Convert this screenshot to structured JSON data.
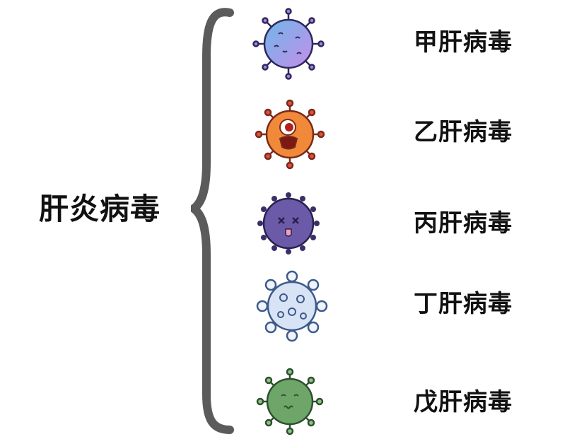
{
  "root": {
    "label": "肝炎病毒"
  },
  "items": [
    {
      "label": "甲肝病毒",
      "icon": "virus-icon",
      "color": "#8e8fe6"
    },
    {
      "label": "乙肝病毒",
      "icon": "virus-icon",
      "color": "#f08a3a"
    },
    {
      "label": "丙肝病毒",
      "icon": "virus-icon",
      "color": "#6a5aa8"
    },
    {
      "label": "丁肝病毒",
      "icon": "virus-icon",
      "color": "#d8e4f6"
    },
    {
      "label": "戊肝病毒",
      "icon": "virus-icon",
      "color": "#6ea66a"
    }
  ]
}
